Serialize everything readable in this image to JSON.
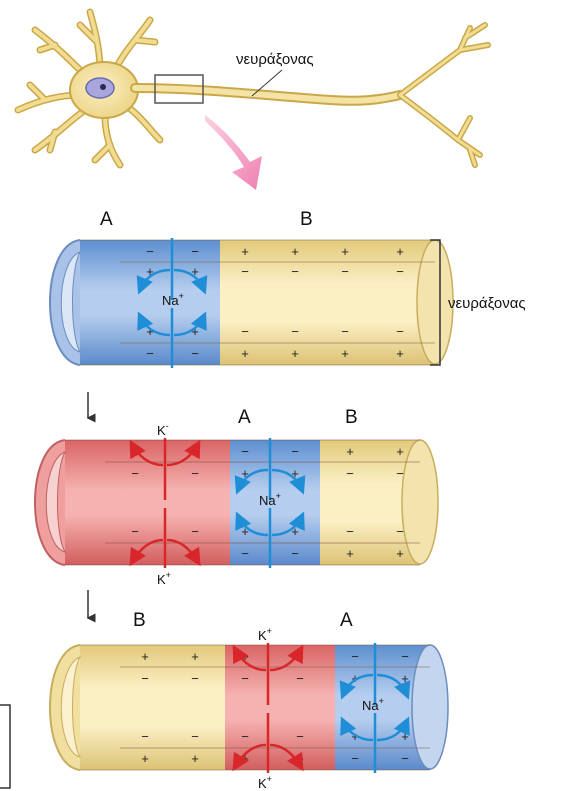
{
  "labels": {
    "axon_top": "νευράξονας",
    "axon_side": "νευράξονας",
    "panel1_A": "A",
    "panel1_B": "B",
    "panel1_ion": "Na",
    "panel1_ion_sup": "+",
    "panel2_A": "A",
    "panel2_B": "B",
    "panel2_ion_na": "Na",
    "panel2_ion_na_sup": "+",
    "panel2_ion_k_top": "K",
    "panel2_ion_k_top_sup": "-",
    "panel2_ion_k_bottom": "K",
    "panel2_ion_k_bottom_sup": "+",
    "panel3_B": "B",
    "panel3_A": "A",
    "panel3_ion_na": "Na",
    "panel3_ion_na_sup": "+",
    "panel3_ion_k_top": "K",
    "panel3_ion_k_top_sup": "+",
    "panel3_ion_k_bottom": "K",
    "panel3_ion_k_bottom_sup": "+"
  },
  "colors": {
    "resting": "#f3e2a6",
    "depolarized": "#8fb3e0",
    "repolarized": "#e98b8b",
    "sodium_arrow": "#1f8ed6",
    "potassium_arrow": "#d8262a",
    "neuron": "#f0d98c"
  }
}
